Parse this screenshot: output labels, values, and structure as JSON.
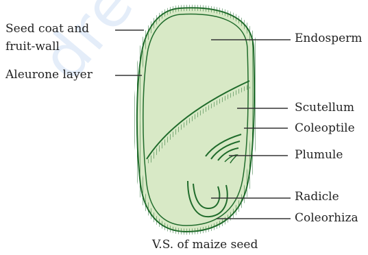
{
  "labels": {
    "seed_coat": "Seed coat and",
    "fruit_wall": "fruit-wall",
    "aleurone": "Aleurone layer",
    "endosperm": "Endosperm",
    "scutellum": "Scutellum",
    "coleoptile": "Coleoptile",
    "plumule": "Plumule",
    "radicle": "Radicle",
    "coleorhiza": "Coleorhiza",
    "caption": "V.S. of maize seed"
  },
  "watermark": "dreamtopper.",
  "colors": {
    "fill": "#d8e9c6",
    "outline": "#1f6b2b",
    "leader": "#333333"
  }
}
